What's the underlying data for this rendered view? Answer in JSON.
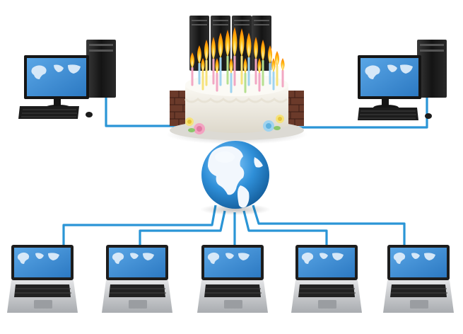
{
  "scene": {
    "description_name": "network-birthday-cake-illustration",
    "colors": {
      "background": "#ffffff",
      "cable": "#2a95d6",
      "cable_dark": "#1b77b3",
      "screen_blue": "#3e8fd6",
      "continent": "#e6f1fb",
      "device_dark": "#1a1a1a",
      "laptop_silver": "#c9cbce",
      "keyboard": "#222222",
      "cake_frosting": "#f4f1e8",
      "flame": "#ffc21a",
      "brick": "#6b3a2a",
      "globe_ocean": "#2f8fd8",
      "globe_land": "#f2f7fd"
    },
    "devices": {
      "desktops": 2,
      "laptops": 5,
      "server_towers": 4,
      "globe": 1,
      "cake": 1
    },
    "icons": [
      "desktop-computer-icon",
      "laptop-icon",
      "server-tower-icon",
      "globe-icon",
      "birthday-cake-icon",
      "candle-flame-icon",
      "frosting-rose-icon"
    ]
  }
}
